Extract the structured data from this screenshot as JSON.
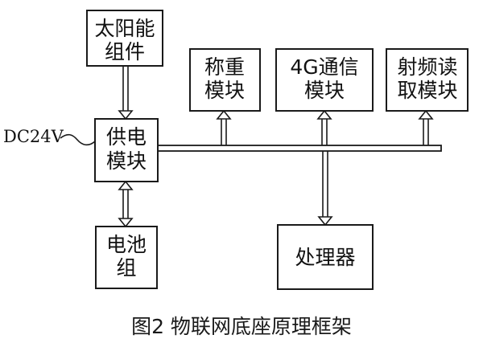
{
  "blocks": {
    "solar": [
      "太阳能",
      "组件"
    ],
    "weighing": [
      "称重",
      "模块"
    ],
    "comm_4g": [
      "4G通信",
      "模块"
    ],
    "rfid": [
      "射频读",
      "取模块"
    ],
    "power": [
      "供电",
      "模块"
    ],
    "battery": [
      "电池",
      "组"
    ],
    "processor": [
      "处理器"
    ]
  },
  "input_label": "DC24V",
  "caption": "图2  物联网底座原理框架"
}
